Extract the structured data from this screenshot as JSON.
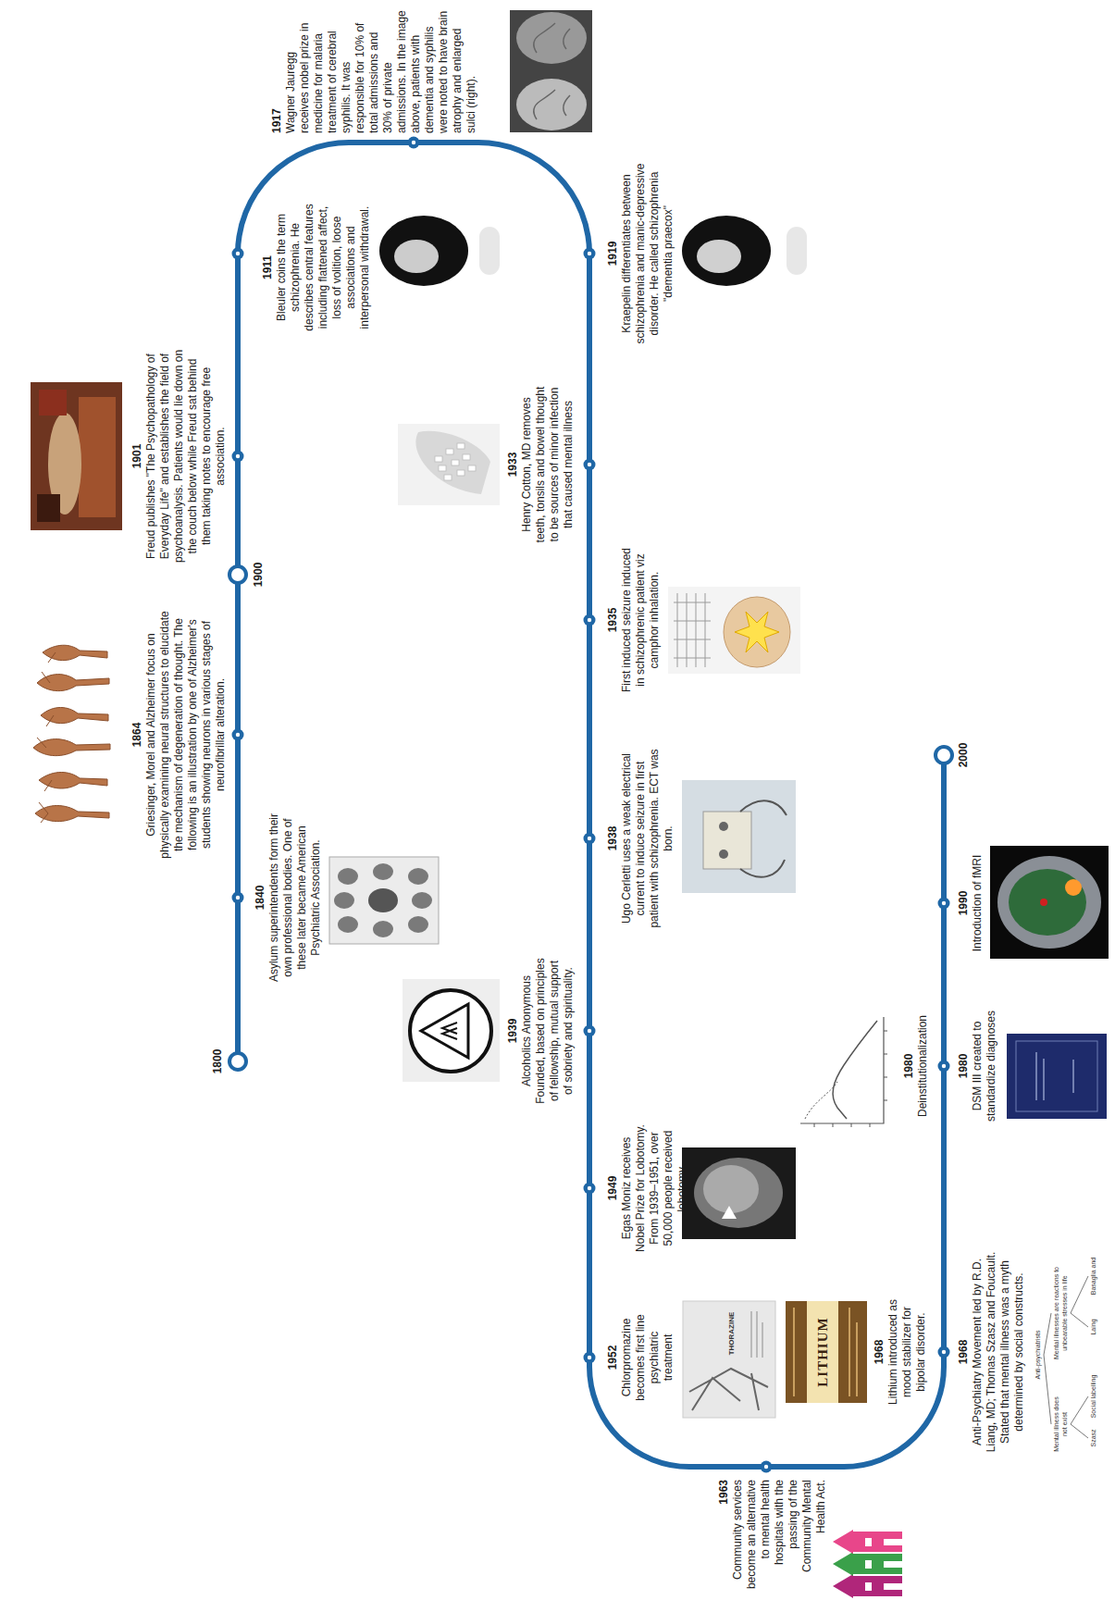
{
  "diagram": {
    "labels": [
      "1800",
      "1840",
      "Asylum superintendents form their own professional bodies. One of these later became American Psychiatric Association.",
      "1864",
      "Griesinger, Morel and Alzheimer focus on physically examining neural structures to elucidate the mechanism of degeneration of thought. The following is an illustration by one of Alzheimer's students showing neurons in various stages of neurofibrillar alteration.",
      "1900",
      "1901",
      "Freud publishes \"The Psychopathology of Everyday Life\" and establishes the field of psychoanalysis. Patients would lie down on the couch below while Freud sat behind them taking notes to encourage free association.",
      "1911",
      "Bleuler coins the term schizophrenia. He describes central features including flattened affect, loss of volition, loose associations and interpersonal withdrawal.",
      "1917",
      "Wagner Jauregg receives nobel prize in medicine for malaria treatment of cerebral syphilis. It was responsible for 10% of total admissions and 30% of private admissions. In the image above, patients with dementia and syphilis were noted to have brain atrophy and enlarged sulci (right).",
      "1919",
      "Kraepelin differentiates between schizophrenia and manic-depressive disorder. He called schizophrenia \"dementia praecox\"",
      "1933",
      "Henry Cotton, MD removes teeth, tonsils and bowel thought to be sources of minor infection that caused mental illness",
      "1935",
      "First induced seizure induced in schizophrenic patient viz camphor inhalation.",
      "1938",
      "Ugo Cerletti uses a weak electrical current to induce seizure in first patient with schizophrenia. ECT was born.",
      "1939",
      "Alcoholics Anonymous Founded, based on principles of fellowship, mutual support of sobriety and spirituality.",
      "1949",
      "Egas Moniz receives Nobel Prize for Lobotomy. From 1939–1951, over 50,000 people received lobotomy.",
      "1952",
      "Chlorpromazine becomes first line psychiatric treatment",
      "THORAZINE",
      "1963",
      "Community services become an alternative to mental health hospitals with the passing of the Community Mental Health Act.",
      "LITHIUM",
      "1968",
      "Lithium introduced as mood stabilizer for bipolar disorder.",
      "1968",
      "Anti-Psychiatry Movement led by R.D. Liang, MD; Thomas Szasz and Foucault. Stated that mental illness was a myth determined by social constructs.",
      "Anti-psychiatrists",
      "Mental illness does not exist",
      "Mental illnesses are reactions to unbearable stresses in life",
      "Szasz",
      "Laing",
      "Social labelling",
      "Basaglia and",
      "1980",
      "Deinstitutionalization",
      "1980",
      "DSM III created to standardize diagnoses",
      "1990",
      "Introduction of fMRI",
      "2000"
    ]
  }
}
